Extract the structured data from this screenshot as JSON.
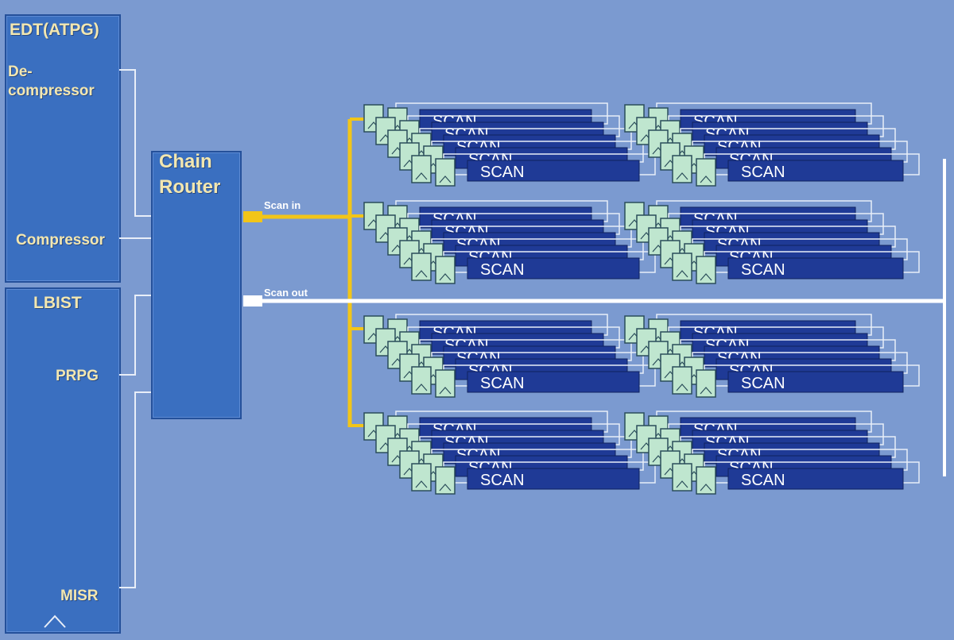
{
  "edt": {
    "title": "EDT(ATPG)",
    "decompressor_line1": "De-",
    "decompressor_line2": "compressor",
    "compressor": "Compressor"
  },
  "lbist": {
    "title": "LBIST",
    "prpg": "PRPG",
    "misr": "MISR"
  },
  "router": {
    "line1": "Chain",
    "line2": "Router"
  },
  "buses": {
    "scan_in": "Scan in",
    "scan_out": "Scan out"
  },
  "chain_label": "SCAN",
  "chain_layout": {
    "rows": 4,
    "blocks_per_row": 2,
    "chains_per_block": 5
  },
  "colors": {
    "background": "#7b9ad0",
    "panel": "#3a6fc0",
    "scan_bar": "#1f3a96",
    "flipflop": "#bfe6cf",
    "scan_in_bus": "#f2c518",
    "scan_out_bus": "#ffffff",
    "wire": "#e8eef8"
  }
}
